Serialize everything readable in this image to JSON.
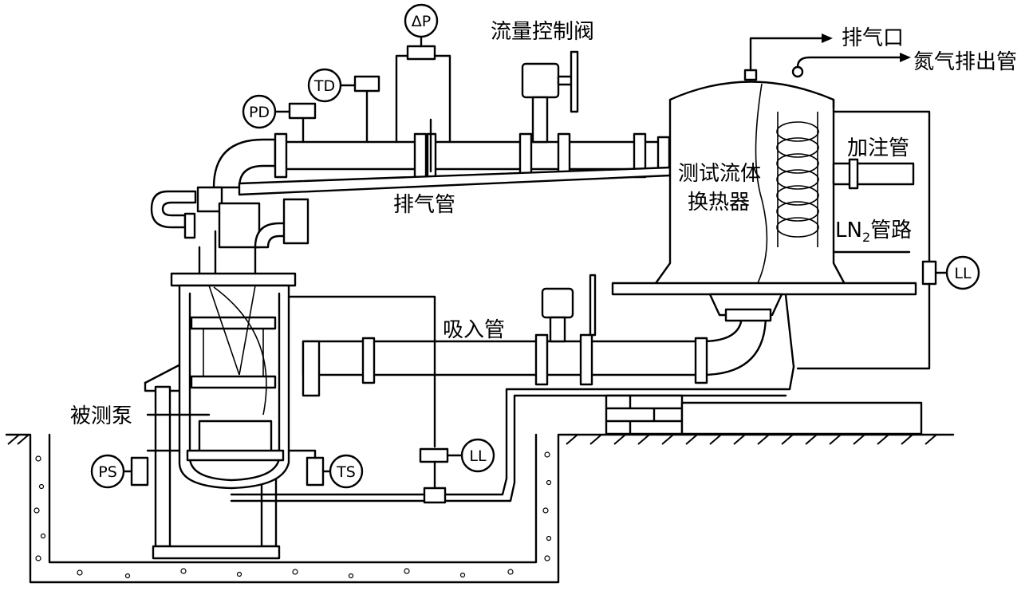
{
  "labels": {
    "delta_p": "ΔP",
    "flow_valve": "流量控制阀",
    "vent_port": "排气口",
    "nitrogen_outlet": "氮气排出管",
    "td": "TD",
    "pd": "PD",
    "fill_pipe": "加注管",
    "heat_exchanger_line1": "测试流体",
    "heat_exchanger_line2": "换热器",
    "vent_pipe": "排气管",
    "ln2_pipeline_prefix": "LN",
    "ln2_pipeline_sub": "2",
    "ln2_pipeline_suffix": "管路",
    "ll_right": "LL",
    "suction_pipe": "吸入管",
    "pump_under_test": "被测泵",
    "ps": "PS",
    "ll_bottom": "LL",
    "ts": "TS"
  }
}
